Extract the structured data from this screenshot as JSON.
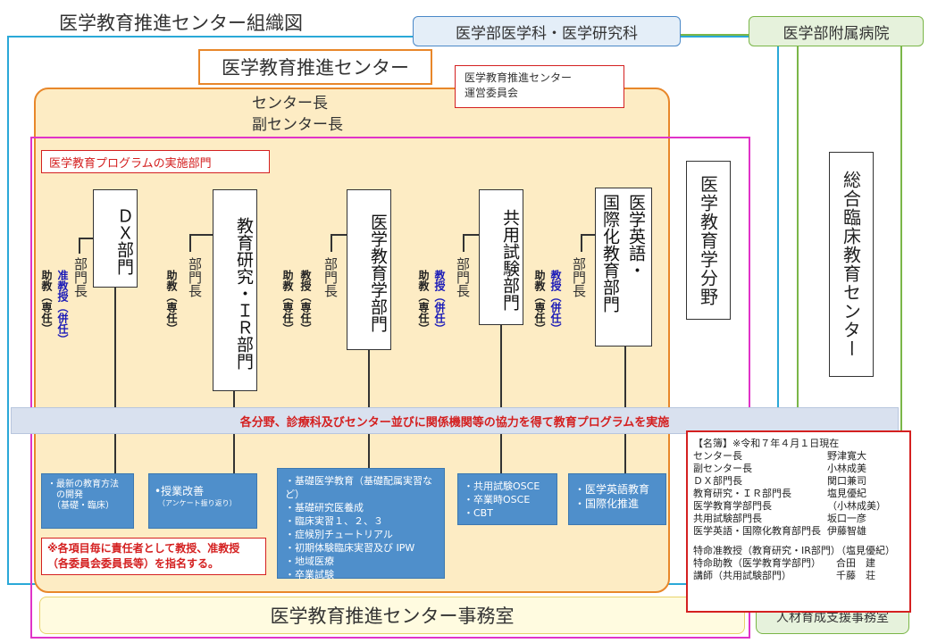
{
  "title": "医学教育推進センター組織図",
  "top_labels": {
    "faculty": "医学部医学科・医学研究科",
    "hospital": "医学部附属病院"
  },
  "center": {
    "name": "医学教育推進センター",
    "committee": "医学教育推進センター\n運営委員会",
    "director": "センター長",
    "vice_director": "副センター長",
    "implementation_label": "医学教育プログラムの実施部門",
    "division_box": "医学教育学分野",
    "clinical_center": "総合臨床教育センター"
  },
  "departments": [
    {
      "name": "ＤＸ部門",
      "head": "部門長",
      "staff_a": "助教（専任）",
      "staff_b": "准教授（併任）"
    },
    {
      "name": "教育研究・ＩＲ部門",
      "head": "部門長",
      "staff_a": "助教（専任）",
      "staff_b": ""
    },
    {
      "name": "医学教育学部門",
      "head": "部門長",
      "staff_a": "助教（専任）",
      "staff_b": "教授（専任）"
    },
    {
      "name": "共用試験部門",
      "head": "部門長",
      "staff_a": "助教（専任）",
      "staff_b": "教授（併任）"
    },
    {
      "name": "国際化教育部門",
      "name_sub": "医学英語・",
      "head": "部門長",
      "staff_a": "助教（専任）",
      "staff_b": "教授（併任）"
    }
  ],
  "banner": "各分野、診療科及びセンター並びに関係機関等の協力を得て教育プログラムを実施",
  "activities": [
    {
      "lines": [
        "・最新の教育方法",
        "　の開発",
        "　（基礎・臨床）"
      ]
    },
    {
      "lines": [
        "•授業改善",
        "　（アンケート振り返り）"
      ]
    },
    {
      "lines": [
        "・基礎医学教育（基礎配属実習など）",
        "・基礎研究医養成",
        "・臨床実習１、２、３",
        "・症候別チュートリアル",
        "・初期体験臨床実習及び IPW",
        "・地域医療",
        "・卒業試験"
      ]
    },
    {
      "lines": [
        "・共用試験OSCE",
        "・卒業時OSCE",
        "・CBT"
      ]
    },
    {
      "lines": [
        "・医学英語教育",
        "・国際化推進"
      ]
    }
  ],
  "note": "※各項目毎に責任者として教授、准教授（各委員会委員長等）を指名する。",
  "office": "医学教育推進センター事務室",
  "office_right": "人材育成支援事務室",
  "roster": {
    "header": "【名簿】※令和７年４月１日現在",
    "rows": [
      [
        "センター長",
        "野津寛大"
      ],
      [
        "副センター長",
        "小林成美"
      ],
      [
        "ＤＸ部門長",
        "関口兼司"
      ],
      [
        "教育研究・ＩＲ部門長",
        "塩見優紀"
      ],
      [
        "医学教育学部門長",
        "（小林成美）"
      ],
      [
        "共用試験部門長",
        "坂口一彦"
      ],
      [
        "医学英語・国際化教育部門長",
        "伊藤智雄"
      ]
    ],
    "rows2": [
      [
        "特命准教授（教育研究・IR部門）",
        "（塩見優紀）"
      ],
      [
        "特命助教（医学教育学部門）",
        "合田　建"
      ],
      [
        "講師（共用試験部門）",
        "千藤　荘"
      ]
    ]
  },
  "colors": {
    "cyan": "#2aa8d8",
    "green": "#7ab648",
    "orange": "#e8872a",
    "panel": "#fdecc4",
    "magenta": "#e033c8",
    "blue_box": "#4f8fcb",
    "red": "#d42020"
  }
}
